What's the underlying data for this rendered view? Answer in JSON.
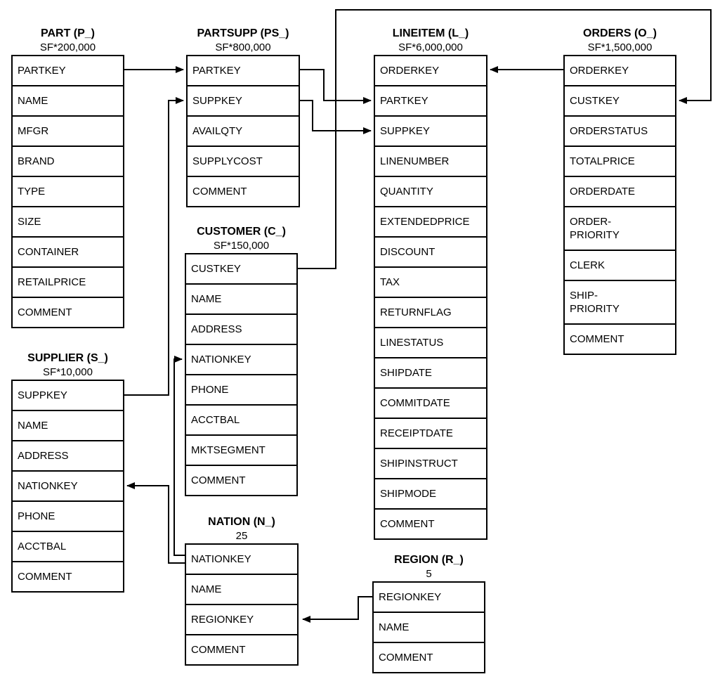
{
  "tables": {
    "part": {
      "title": "PART (P_)",
      "cardinality": "SF*200,000",
      "columns": [
        "PARTKEY",
        "NAME",
        "MFGR",
        "BRAND",
        "TYPE",
        "SIZE",
        "CONTAINER",
        "RETAILPRICE",
        "COMMENT"
      ]
    },
    "partsupp": {
      "title": "PARTSUPP (PS_)",
      "cardinality": "SF*800,000",
      "columns": [
        "PARTKEY",
        "SUPPKEY",
        "AVAILQTY",
        "SUPPLYCOST",
        "COMMENT"
      ]
    },
    "customer": {
      "title": "CUSTOMER (C_)",
      "cardinality": "SF*150,000",
      "columns": [
        "CUSTKEY",
        "NAME",
        "ADDRESS",
        "NATIONKEY",
        "PHONE",
        "ACCTBAL",
        "MKTSEGMENT",
        "COMMENT"
      ]
    },
    "lineitem": {
      "title": "LINEITEM (L_)",
      "cardinality": "SF*6,000,000",
      "columns": [
        "ORDERKEY",
        "PARTKEY",
        "SUPPKEY",
        "LINENUMBER",
        "QUANTITY",
        "EXTENDEDPRICE",
        "DISCOUNT",
        "TAX",
        "RETURNFLAG",
        "LINESTATUS",
        "SHIPDATE",
        "COMMITDATE",
        "RECEIPTDATE",
        "SHIPINSTRUCT",
        "SHIPMODE",
        "COMMENT"
      ]
    },
    "orders": {
      "title": "ORDERS (O_)",
      "cardinality": "SF*1,500,000",
      "columns": [
        "ORDERKEY",
        "CUSTKEY",
        "ORDERSTATUS",
        "TOTALPRICE",
        "ORDERDATE",
        "ORDER-\nPRIORITY",
        "CLERK",
        "SHIP-\nPRIORITY",
        "COMMENT"
      ]
    },
    "supplier": {
      "title": "SUPPLIER (S_)",
      "cardinality": "SF*10,000",
      "columns": [
        "SUPPKEY",
        "NAME",
        "ADDRESS",
        "NATIONKEY",
        "PHONE",
        "ACCTBAL",
        "COMMENT"
      ]
    },
    "nation": {
      "title": "NATION (N_)",
      "cardinality": "25",
      "columns": [
        "NATIONKEY",
        "NAME",
        "REGIONKEY",
        "COMMENT"
      ]
    },
    "region": {
      "title": "REGION (R_)",
      "cardinality": "5",
      "columns": [
        "REGIONKEY",
        "NAME",
        "COMMENT"
      ]
    }
  },
  "relationships": [
    {
      "from": "PART.PARTKEY",
      "to": "PARTSUPP.PARTKEY"
    },
    {
      "from": "SUPPLIER.SUPPKEY",
      "to": "PARTSUPP.SUPPKEY"
    },
    {
      "from": "PARTSUPP.PARTKEY",
      "to": "LINEITEM.PARTKEY"
    },
    {
      "from": "PARTSUPP.SUPPKEY",
      "to": "LINEITEM.SUPPKEY"
    },
    {
      "from": "ORDERS.ORDERKEY",
      "to": "LINEITEM.ORDERKEY"
    },
    {
      "from": "CUSTOMER.CUSTKEY",
      "to": "ORDERS.CUSTKEY"
    },
    {
      "from": "NATION.NATIONKEY",
      "to": "CUSTOMER.NATIONKEY"
    },
    {
      "from": "NATION.NATIONKEY",
      "to": "SUPPLIER.NATIONKEY"
    },
    {
      "from": "REGION.REGIONKEY",
      "to": "NATION.REGIONKEY"
    }
  ],
  "colors": {
    "line": "#000000",
    "background": "#ffffff",
    "text": "#000000"
  }
}
